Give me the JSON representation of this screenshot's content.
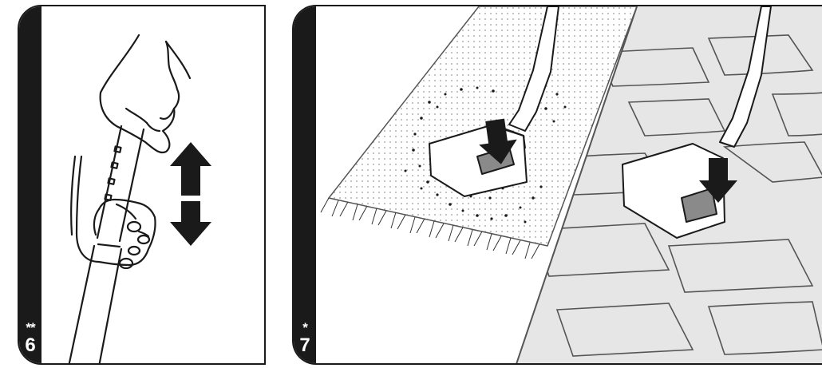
{
  "panels": [
    {
      "step_number": "6",
      "stars": "**",
      "content": "telescopic-tube-adjust-illustration"
    },
    {
      "step_number": "7",
      "stars": "*",
      "content": "floor-nozzle-carpet-hardfloor-illustration"
    }
  ],
  "colors": {
    "ink": "#1a1a1a",
    "tile": "#e6e6e6",
    "rug": "#f2f2f2",
    "accent": "#7a7a7a"
  }
}
